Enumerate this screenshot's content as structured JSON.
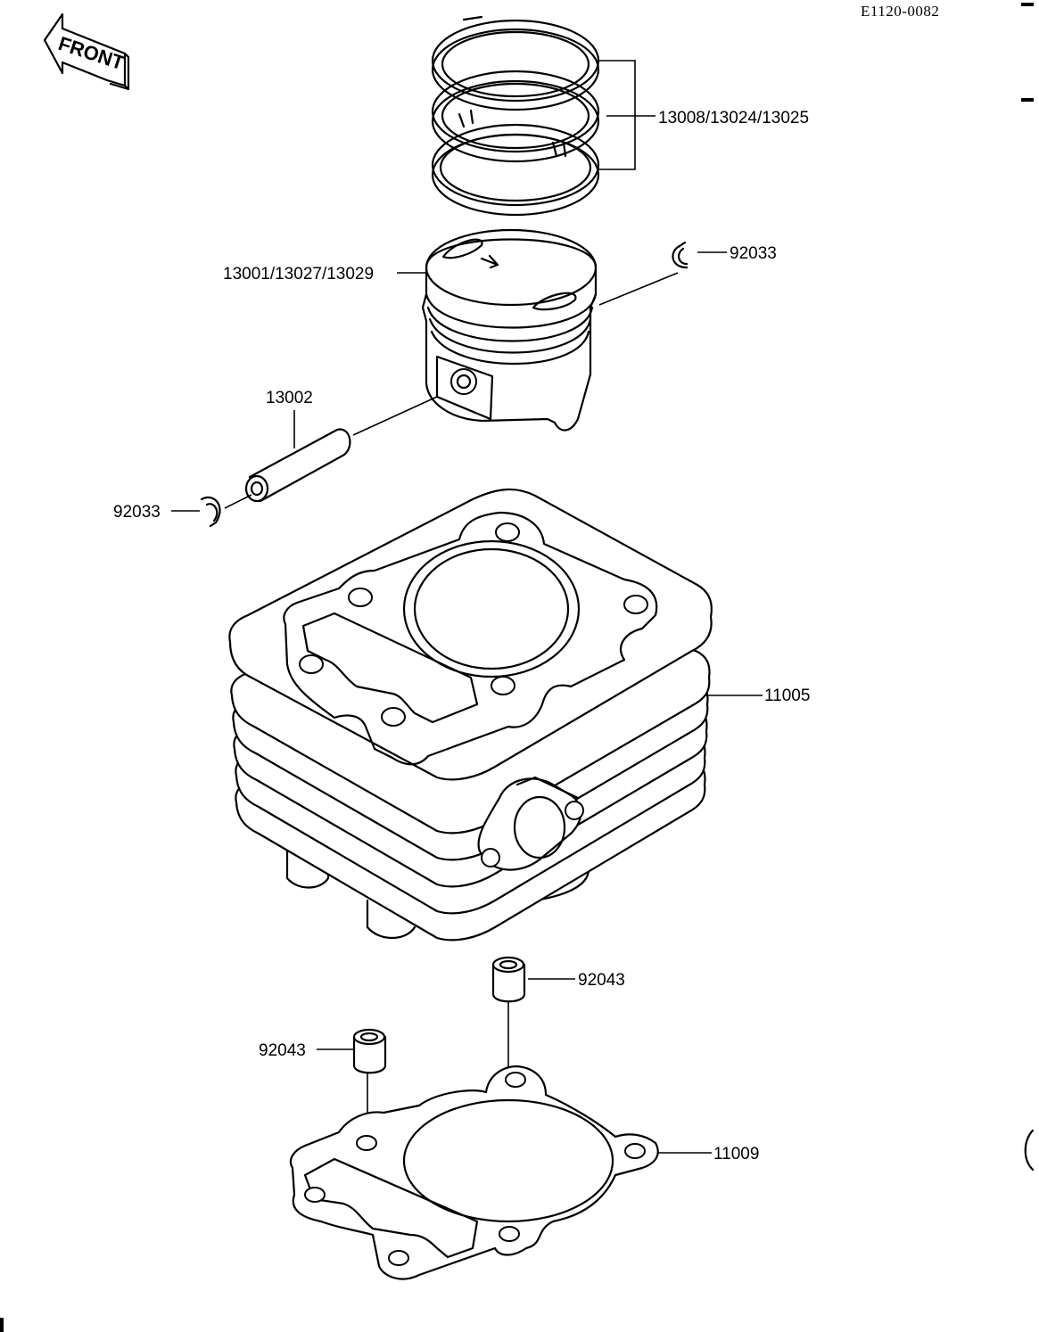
{
  "diagram_id": "E1120-0082",
  "front_indicator": "FRONT",
  "labels": {
    "rings": "13008/13024/13025",
    "piston": "13001/13027/13029",
    "circlip_right": "92033",
    "piston_pin": "13002",
    "circlip_left": "92033",
    "cylinder": "11005",
    "dowel_right": "92043",
    "dowel_left": "92043",
    "gasket": "11009"
  },
  "colors": {
    "line": "#000000",
    "background": "#ffffff"
  }
}
